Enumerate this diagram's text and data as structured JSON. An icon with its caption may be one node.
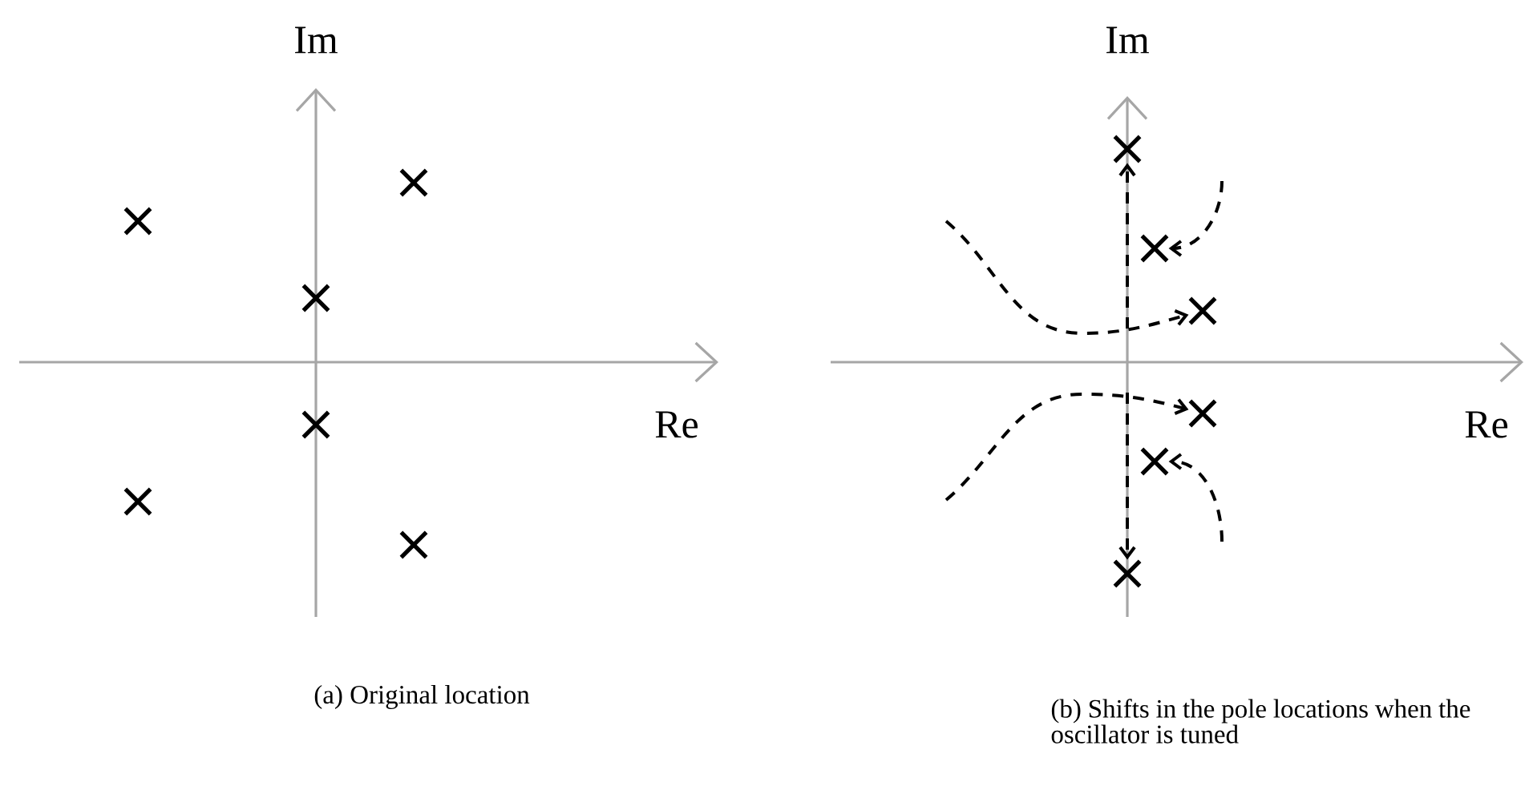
{
  "diagram": {
    "nodes": [
      {
        "text": [],
        "shape": "cross"
      },
      {
        "text": [],
        "shape": "cross"
      },
      {
        "text": [],
        "shape": "cross"
      },
      {
        "text": [],
        "shape": "cross"
      },
      {
        "text": [],
        "shape": "cross"
      },
      {
        "text": [],
        "shape": "cross"
      },
      {
        "text": [],
        "shape": "cross"
      },
      {
        "text": [],
        "shape": "cross"
      },
      {
        "text": [],
        "shape": "cross"
      },
      {
        "text": [],
        "shape": "cross"
      },
      {
        "text": [],
        "shape": "cross"
      },
      {
        "text": [],
        "shape": "cross"
      }
    ],
    "edges": [
      {
        "from": null,
        "to": 6,
        "arrow": "to",
        "style": "dashed"
      },
      {
        "from": null,
        "to": 7,
        "arrow": "to",
        "style": "dashed"
      },
      {
        "from": null,
        "to": 8,
        "arrow": "to",
        "style": "dashed"
      },
      {
        "from": null,
        "to": 9,
        "arrow": "to",
        "style": "dashed"
      },
      {
        "from": null,
        "to": 10,
        "arrow": "to",
        "style": "dashed"
      },
      {
        "from": null,
        "to": 11,
        "arrow": "to",
        "style": "dashed"
      }
    ],
    "labels": [
      "Im",
      "Re",
      "Im",
      "Re",
      "(a) Original location",
      "(b) Shifts in the pole locations when the oscillator is tuned"
    ]
  }
}
